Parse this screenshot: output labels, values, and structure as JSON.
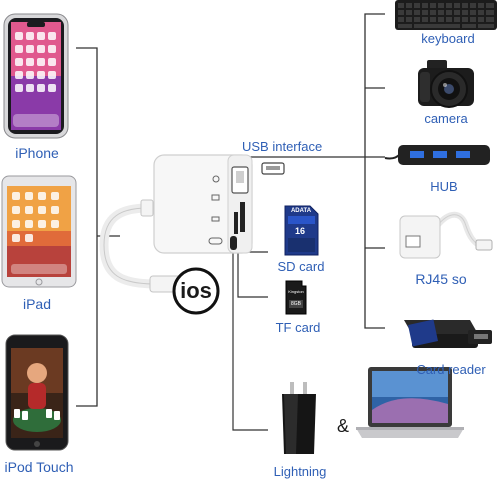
{
  "colors": {
    "label_blue": "#2f5fb5",
    "line": "#333333",
    "adapter": "#f7f7f7"
  },
  "devices_left": {
    "iphone": "iPhone",
    "ipad": "iPad",
    "ipod": "iPod Touch"
  },
  "devices_right": {
    "keyboard": "keyboard",
    "camera": "camera",
    "hub": "HUB",
    "rj45": "RJ45 so",
    "card_reader": "Card reader"
  },
  "ports": {
    "usb": "USB interface",
    "sd": "SD card",
    "tf": "TF card",
    "lightning": "Lightning"
  },
  "badges": {
    "ios": "ios",
    "ampersand": "&",
    "sd_card_brand": "ADATA",
    "sd_card_capacity": "16",
    "tf_card_brand": "Kingston",
    "tf_card_capacity": "8GB"
  },
  "icons": {
    "keyboard": "keyboard-icon",
    "camera": "camera-icon",
    "hub": "usb-hub-icon",
    "rj45": "ethernet-adapter-icon",
    "card_reader": "card-reader-icon",
    "charger": "charger-icon",
    "laptop": "laptop-icon",
    "adapter": "adapter-icon",
    "usb_plug": "usb-plug-icon"
  }
}
